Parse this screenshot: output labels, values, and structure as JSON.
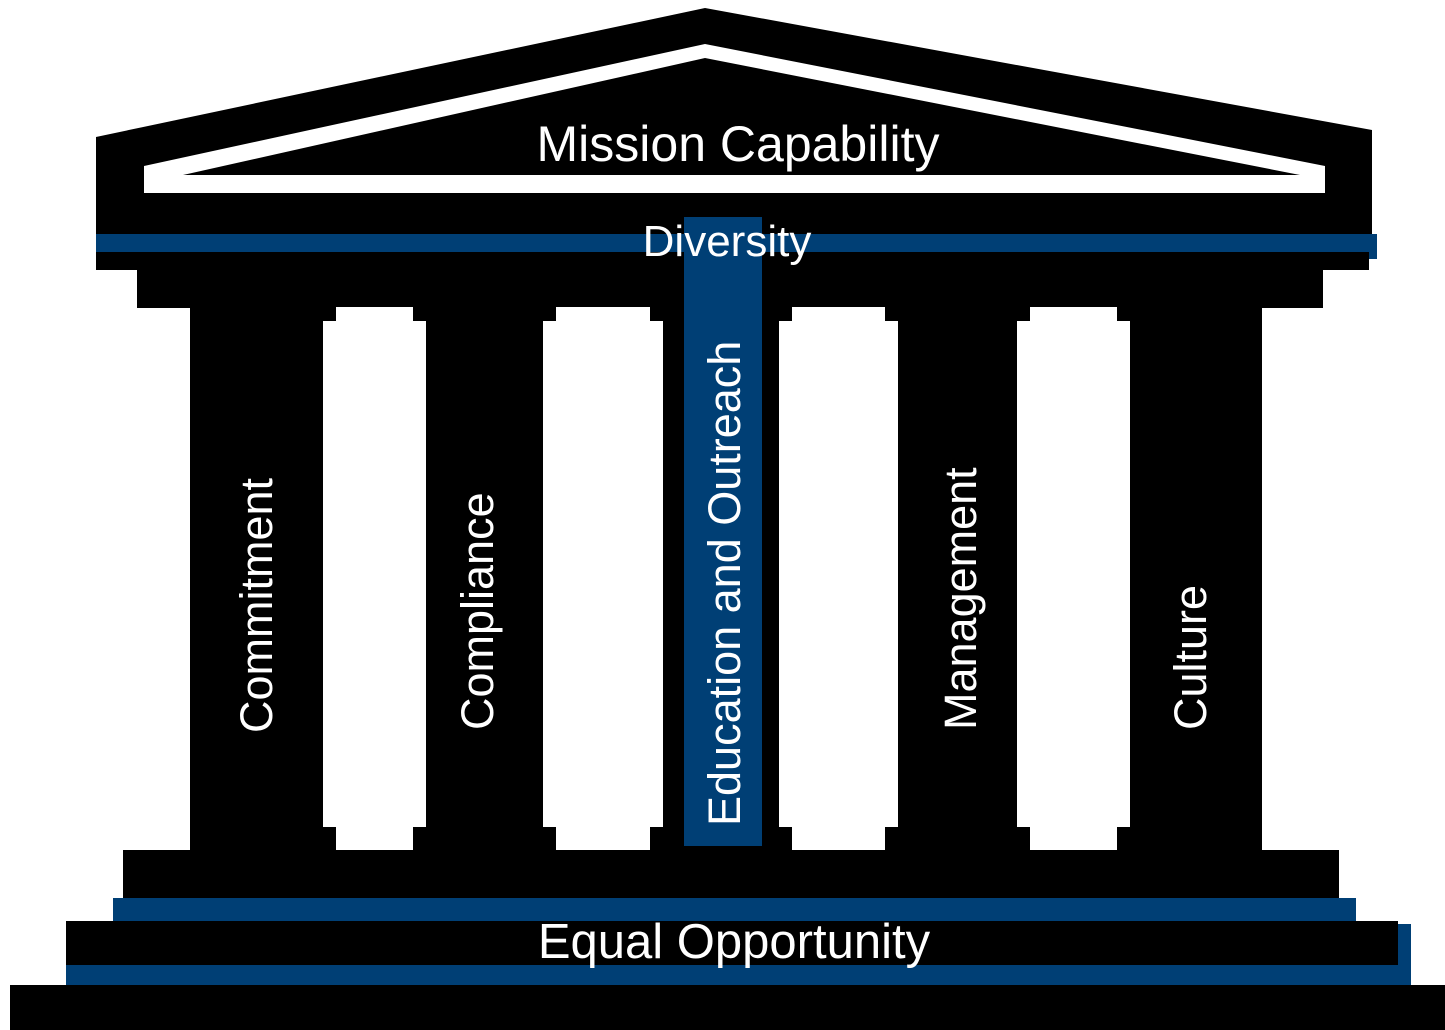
{
  "diagram": {
    "roof_label": "Mission Capability",
    "entablature_label": "Diversity",
    "base_label": "Equal Opportunity",
    "pillars": [
      {
        "label": "Commitment",
        "highlighted": false
      },
      {
        "label": "Compliance",
        "highlighted": false
      },
      {
        "label": "Education and Outreach",
        "highlighted": true
      },
      {
        "label": "Management",
        "highlighted": false
      },
      {
        "label": "Culture",
        "highlighted": false
      }
    ]
  },
  "colors": {
    "structure": "#000000",
    "accent_blue": "#003f75",
    "background": "#ffffff",
    "text": "#ffffff"
  }
}
